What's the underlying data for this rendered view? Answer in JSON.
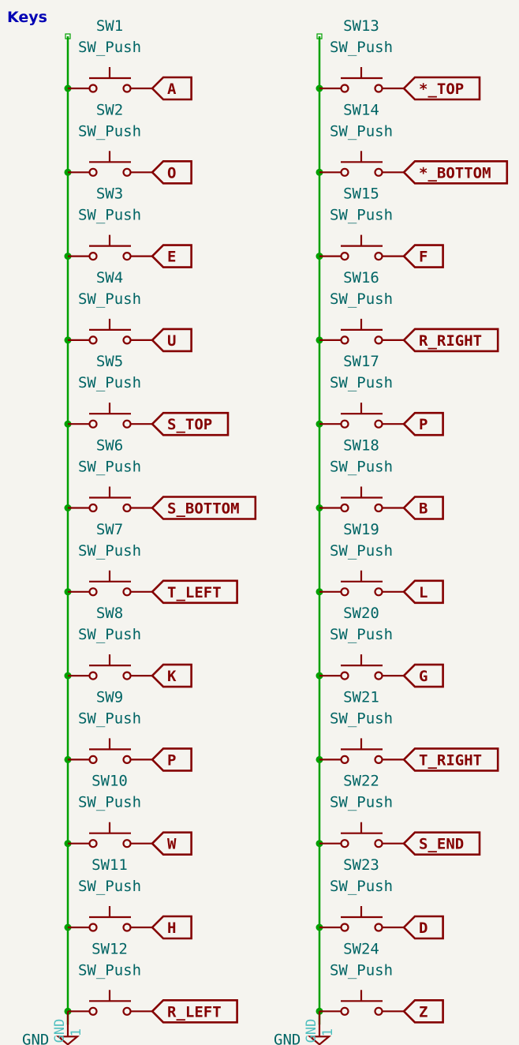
{
  "title": "Keys",
  "gnd_label": "GND",
  "gnd_pin_name": "GND",
  "gnd_pin_number": "1",
  "columns": [
    {
      "switches": [
        {
          "ref": "SW1",
          "value": "SW_Push",
          "net": "A"
        },
        {
          "ref": "SW2",
          "value": "SW_Push",
          "net": "O"
        },
        {
          "ref": "SW3",
          "value": "SW_Push",
          "net": "E"
        },
        {
          "ref": "SW4",
          "value": "SW_Push",
          "net": "U"
        },
        {
          "ref": "SW5",
          "value": "SW_Push",
          "net": "S_TOP"
        },
        {
          "ref": "SW6",
          "value": "SW_Push",
          "net": "S_BOTTOM"
        },
        {
          "ref": "SW7",
          "value": "SW_Push",
          "net": "T_LEFT"
        },
        {
          "ref": "SW8",
          "value": "SW_Push",
          "net": "K"
        },
        {
          "ref": "SW9",
          "value": "SW_Push",
          "net": "P"
        },
        {
          "ref": "SW10",
          "value": "SW_Push",
          "net": "W"
        },
        {
          "ref": "SW11",
          "value": "SW_Push",
          "net": "H"
        },
        {
          "ref": "SW12",
          "value": "SW_Push",
          "net": "R_LEFT"
        }
      ]
    },
    {
      "switches": [
        {
          "ref": "SW13",
          "value": "SW_Push",
          "net": "*_TOP"
        },
        {
          "ref": "SW14",
          "value": "SW_Push",
          "net": "*_BOTTOM"
        },
        {
          "ref": "SW15",
          "value": "SW_Push",
          "net": "F"
        },
        {
          "ref": "SW16",
          "value": "SW_Push",
          "net": "R_RIGHT"
        },
        {
          "ref": "SW17",
          "value": "SW_Push",
          "net": "P"
        },
        {
          "ref": "SW18",
          "value": "SW_Push",
          "net": "B"
        },
        {
          "ref": "SW19",
          "value": "SW_Push",
          "net": "L"
        },
        {
          "ref": "SW20",
          "value": "SW_Push",
          "net": "G"
        },
        {
          "ref": "SW21",
          "value": "SW_Push",
          "net": "T_RIGHT"
        },
        {
          "ref": "SW22",
          "value": "SW_Push",
          "net": "S_END"
        },
        {
          "ref": "SW23",
          "value": "SW_Push",
          "net": "D"
        },
        {
          "ref": "SW24",
          "value": "SW_Push",
          "net": "Z"
        }
      ]
    }
  ],
  "colors": {
    "background": "#f5f4ef",
    "wire": "#00a000",
    "symbol": "#840000",
    "reference_text": "#006464",
    "title_text": "#0000b4"
  }
}
